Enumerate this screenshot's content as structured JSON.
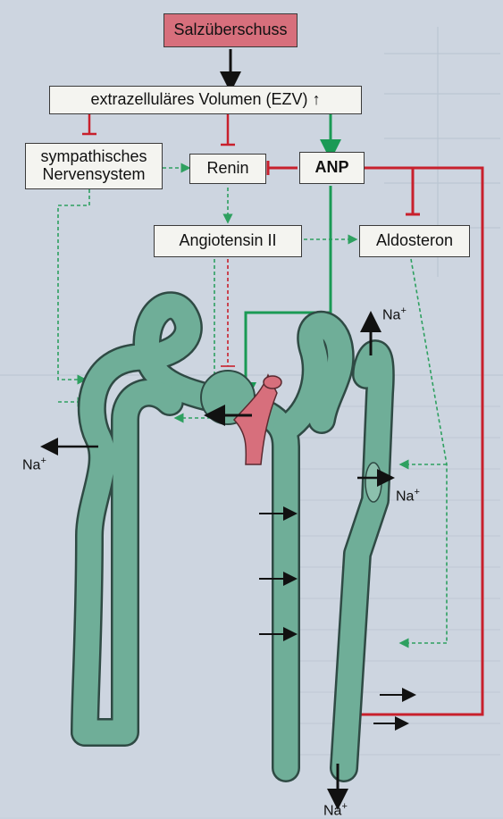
{
  "boxes": {
    "salt": "Salzüberschuss",
    "ezv": "extrazelluläres Volumen (EZV)",
    "ezv_arrow": "↑",
    "sns_line1": "sympathisches",
    "sns_line2": "Nervensystem",
    "renin": "Renin",
    "anp": "ANP",
    "angio": "Angiotensin II",
    "aldo": "Aldosteron"
  },
  "labels": {
    "na": "Na",
    "plus": "+"
  },
  "colors": {
    "inhibit": "#c8202c",
    "anp_green": "#1a9a55",
    "tubule": "#6fae98",
    "dashed_green": "#2ea060",
    "dashed_red": "#c8202c",
    "salt_box": "#d76f7c"
  }
}
